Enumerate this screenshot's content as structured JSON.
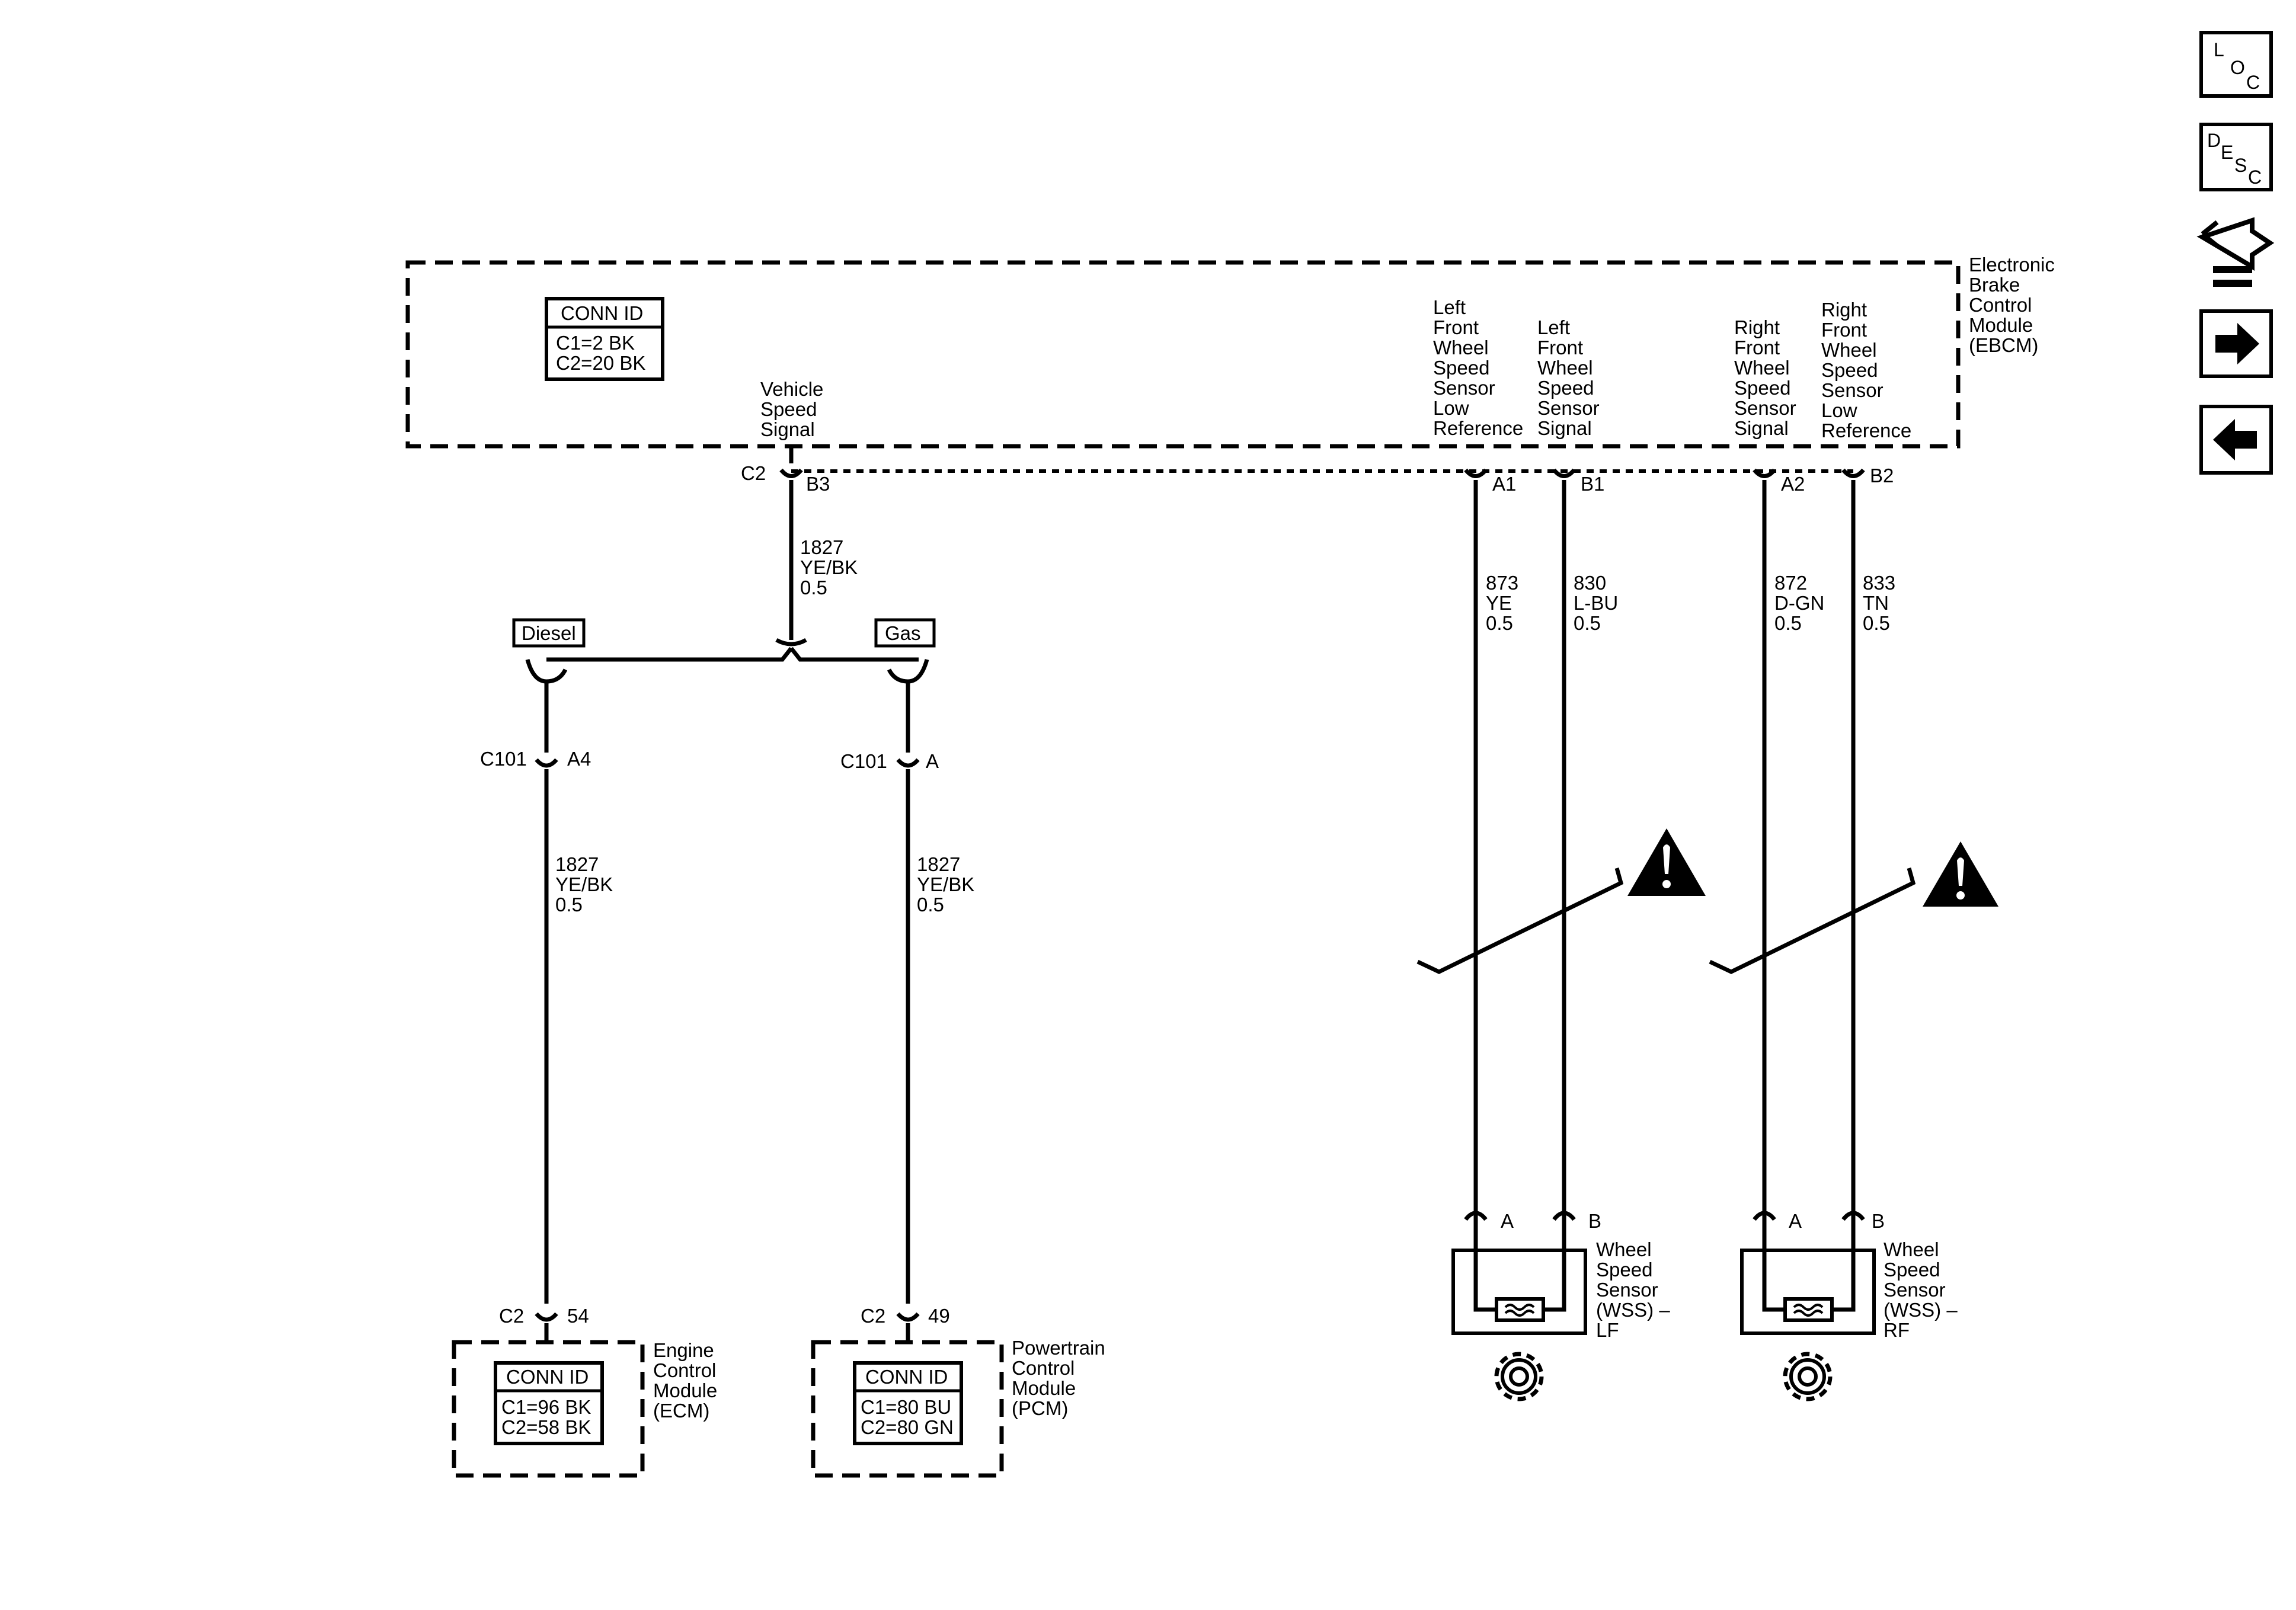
{
  "nav": {
    "loc": {
      "a": "L",
      "b": "O",
      "c": "C"
    },
    "desc": {
      "a": "D",
      "b": "E",
      "c": "S",
      "d": "C"
    },
    "icons": [
      "loc-icon",
      "desc-icon",
      "connector-tool-icon",
      "arrow-right-icon",
      "arrow-left-icon"
    ]
  },
  "ebcm": {
    "name": [
      "Electronic",
      "Brake",
      "Control",
      "Module",
      "(EBCM)"
    ],
    "conn": {
      "title": "CONN ID",
      "c1": "C1=2 BK",
      "c2": "C2=20 BK"
    },
    "vss_label": [
      "Vehicle",
      "Speed",
      "Signal"
    ],
    "lf_low_label": [
      "Left",
      "Front",
      "Wheel",
      "Speed",
      "Sensor",
      "Low",
      "Reference"
    ],
    "lf_sig_label": [
      "Left",
      "Front",
      "Wheel",
      "Speed",
      "Sensor",
      "Signal"
    ],
    "rf_sig_label": [
      "Right",
      "Front",
      "Wheel",
      "Speed",
      "Sensor",
      "Signal"
    ],
    "rf_low_label": [
      "Right",
      "Front",
      "Wheel",
      "Speed",
      "Sensor",
      "Low",
      "Reference"
    ]
  },
  "pins": {
    "c2": "C2",
    "b3": "B3",
    "a1": "A1",
    "b1": "B1",
    "a2": "A2",
    "b2": "B2",
    "c101_left": "C101",
    "a4": "A4",
    "c101_right": "C101",
    "a": "A",
    "ecm_c2": "C2",
    "ecm_pin": "54",
    "pcm_c2": "C2",
    "pcm_pin": "49",
    "lf_a": "A",
    "lf_b": "B",
    "rf_a": "A",
    "rf_b": "B"
  },
  "wires": {
    "vss_top": [
      "1827",
      "YE/BK",
      "0.5"
    ],
    "ecm": [
      "1827",
      "YE/BK",
      "0.5"
    ],
    "pcm": [
      "1827",
      "YE/BK",
      "0.5"
    ],
    "w873": [
      "873",
      "YE",
      "0.5"
    ],
    "w830": [
      "830",
      "L-BU",
      "0.5"
    ],
    "w872": [
      "872",
      "D-GN",
      "0.5"
    ],
    "w833": [
      "833",
      "TN",
      "0.5"
    ]
  },
  "options": {
    "diesel": "Diesel",
    "gas": "Gas"
  },
  "ecm": {
    "name": [
      "Engine",
      "Control",
      "Module",
      "(ECM)"
    ],
    "conn": {
      "title": "CONN ID",
      "c1": "C1=96 BK",
      "c2": "C2=58 BK"
    }
  },
  "pcm": {
    "name": [
      "Powertrain",
      "Control",
      "Module",
      "(PCM)"
    ],
    "conn": {
      "title": "CONN ID",
      "c1": "C1=80 BU",
      "c2": "C2=80 GN"
    }
  },
  "wss_lf": {
    "name": [
      "Wheel",
      "Speed",
      "Sensor",
      "(WSS) –",
      "LF"
    ]
  },
  "wss_rf": {
    "name": [
      "Wheel",
      "Speed",
      "Sensor",
      "(WSS) –",
      "RF"
    ]
  }
}
